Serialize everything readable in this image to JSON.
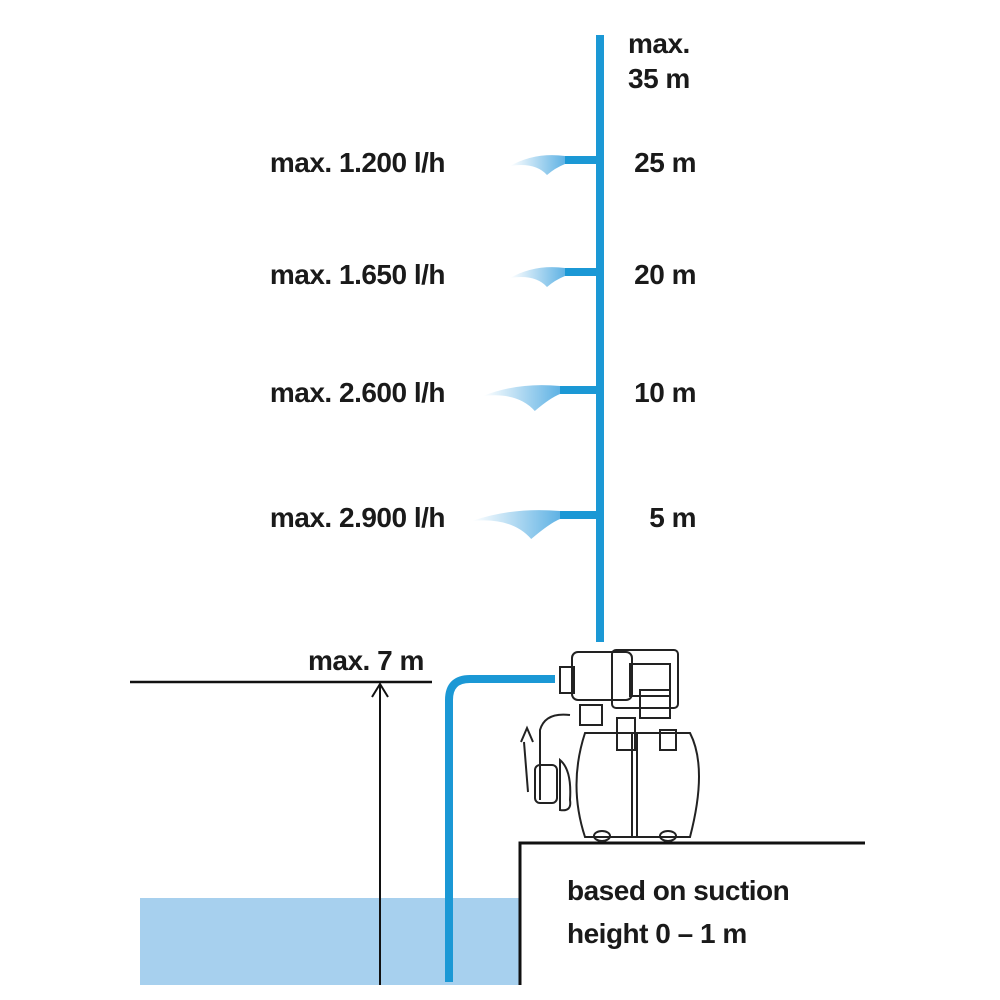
{
  "colors": {
    "pipe": "#1b98d5",
    "water": "#a7d0ee",
    "text": "#1a1a1a"
  },
  "heights": {
    "max_label": "max.",
    "max_value": "35 m",
    "levels": [
      {
        "height": "25 m",
        "flow": "max. 1.200 l/h"
      },
      {
        "height": "20 m",
        "flow": "max. 1.650 l/h"
      },
      {
        "height": "10 m",
        "flow": "max. 2.600 l/h"
      },
      {
        "height": "5 m",
        "flow": "max. 2.900 l/h"
      }
    ]
  },
  "suction": {
    "max_label": "max. 7 m"
  },
  "note": {
    "line1": "based on suction",
    "line2": "height 0 – 1 m"
  }
}
